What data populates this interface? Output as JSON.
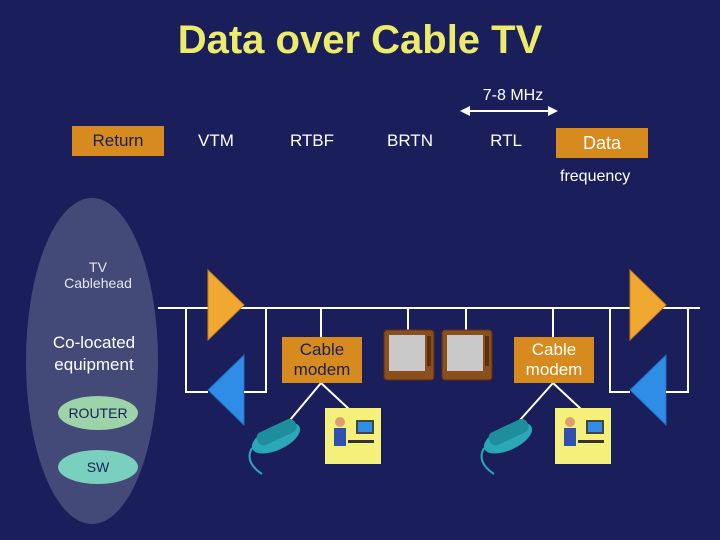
{
  "title": "Data over Cable TV",
  "spectrum": {
    "bandwidth_label": "7-8 MHz",
    "bands": [
      "Return",
      "VTM",
      "RTBF",
      "BRTN",
      "RTL",
      "Data"
    ],
    "axis_label": "frequency"
  },
  "headend": {
    "tv_cablehead": "TV Cablehead",
    "colocated": "Co-located equipment",
    "router": "ROUTER",
    "sw": "SW"
  },
  "modems": [
    "Cable modem",
    "Cable modem"
  ],
  "colors": {
    "background": "#1a1f5c",
    "title": "#ecec6a",
    "band_highlight": "#d78a1e",
    "amplifier_orange": "#f0a830",
    "amplifier_blue": "#2f8de8"
  }
}
